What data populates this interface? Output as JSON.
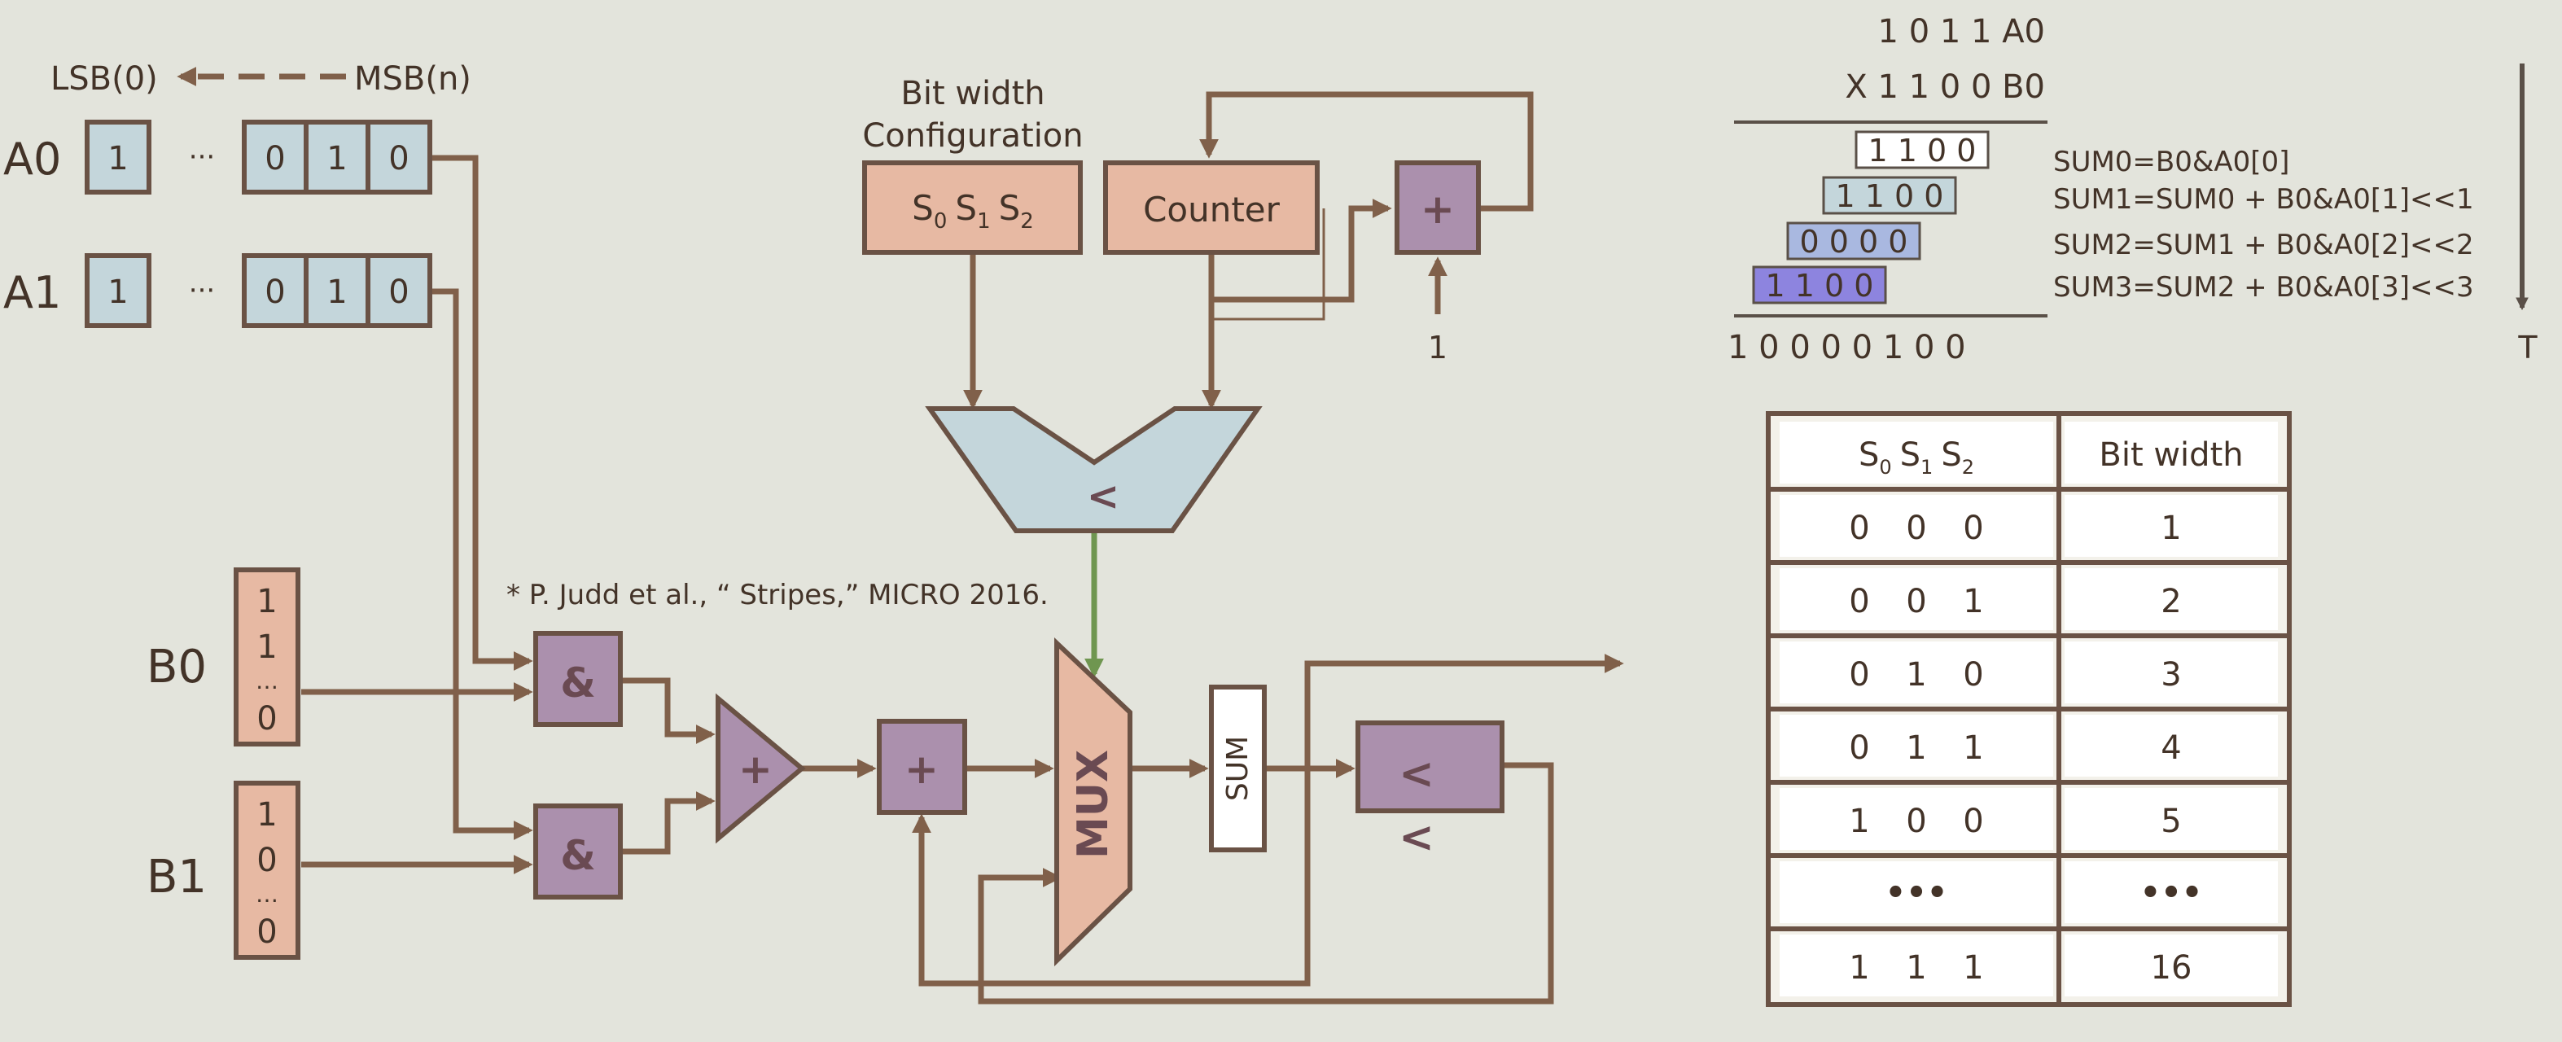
{
  "citation": "* P. Judd et al., “ Stripes,” MICRO 2016.",
  "bit_order": {
    "lsb": "LSB(0)",
    "msb": "MSB(n)"
  },
  "a_registers": [
    {
      "name": "A0",
      "first_bit": "1",
      "ellipsis": "···",
      "bits": [
        "0",
        "1",
        "0"
      ]
    },
    {
      "name": "A1",
      "first_bit": "1",
      "ellipsis": "···",
      "bits": [
        "0",
        "1",
        "0"
      ]
    }
  ],
  "b_registers": [
    {
      "name": "B0",
      "bits": [
        "1",
        "1",
        "…",
        "0"
      ]
    },
    {
      "name": "B1",
      "bits": [
        "1",
        "0",
        "…",
        "0"
      ]
    }
  ],
  "config": {
    "title_line1": "Bit width",
    "title_line2": "Configuration",
    "sel": {
      "s0": "S",
      "sub0": "0",
      "s1": "S",
      "sub1": "1",
      "s2": "S",
      "sub2": "2"
    }
  },
  "counter_label": "Counter",
  "increment_value": "1",
  "ops": {
    "and": "&",
    "plus": "+",
    "less": "<",
    "mux": "MUX",
    "sum": "SUM"
  },
  "multiplication": {
    "line1": "1 0 1 1  A0",
    "line2": "X 1 1 0 0  B0",
    "partials": [
      "1 1 0 0",
      "1 1 0 0",
      "0 0 0 0",
      "1 1 0 0"
    ],
    "result": "1 0 0 0 0 1 0 0",
    "sums": [
      "SUM0=B0&A0[0]",
      "SUM1=SUM0 + B0&A0[1]<<1",
      "SUM2=SUM1 + B0&A0[2]<<2",
      "SUM3=SUM2 + B0&A0[3]<<3"
    ],
    "time_label": "T"
  },
  "colors": {
    "partial_fills": [
      "#ffffff",
      "#c4d6db",
      "#a9b8e0",
      "#8d84df"
    ]
  },
  "table": {
    "header_bits": {
      "s0": "S",
      "sub0": "0",
      "s1": "S",
      "sub1": "1",
      "s2": "S",
      "sub2": "2"
    },
    "header_width": "Bit width",
    "rows": [
      {
        "bits": [
          "0",
          "0",
          "0"
        ],
        "width": "1"
      },
      {
        "bits": [
          "0",
          "0",
          "1"
        ],
        "width": "2"
      },
      {
        "bits": [
          "0",
          "1",
          "0"
        ],
        "width": "3"
      },
      {
        "bits": [
          "0",
          "1",
          "1"
        ],
        "width": "4"
      },
      {
        "bits": [
          "1",
          "0",
          "0"
        ],
        "width": "5"
      },
      {
        "bits": [
          "•••"
        ],
        "width": "•••"
      },
      {
        "bits": [
          "1",
          "1",
          "1"
        ],
        "width": "16"
      }
    ]
  }
}
